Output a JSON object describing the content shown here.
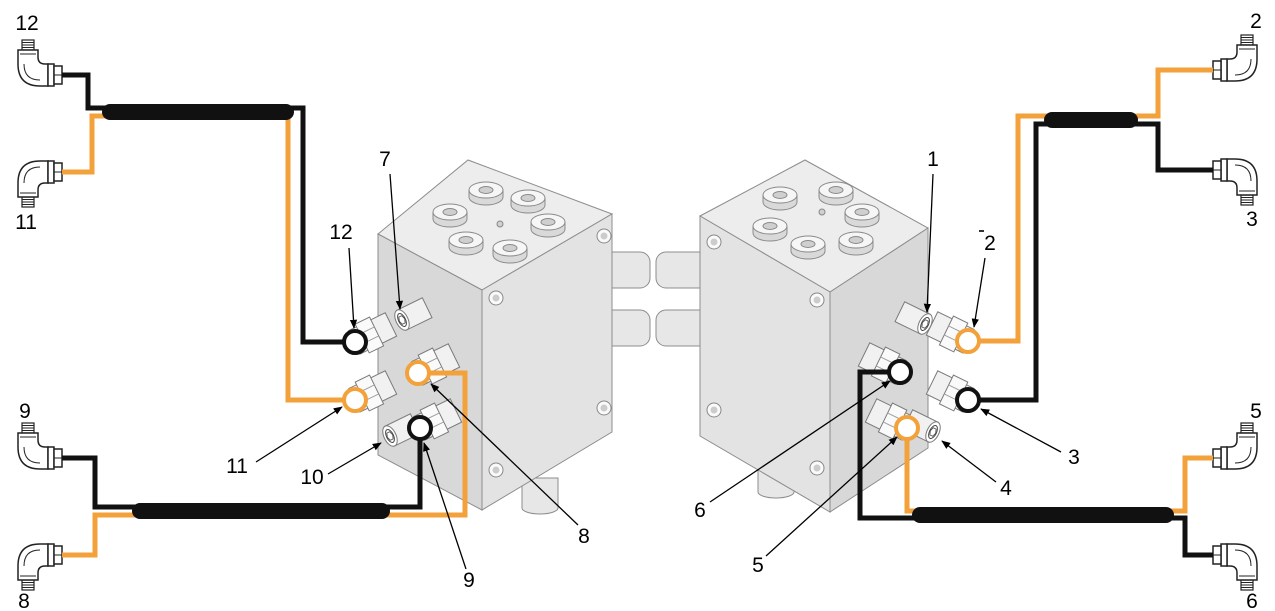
{
  "colors": {
    "orange_hose": "#F3A23B",
    "black_hose": "#111111"
  },
  "left_assembly": {
    "end_fittings": {
      "top": "12",
      "upper": "11",
      "lower": "9",
      "bottom": "8"
    },
    "callouts": {
      "c7": "7",
      "c12": "12",
      "c11": "11",
      "c10": "10",
      "c9": "9",
      "c8": "8"
    }
  },
  "right_assembly": {
    "end_fittings": {
      "top": "2",
      "upper": "3",
      "lower": "5",
      "bottom": "6"
    },
    "callouts": {
      "c1": "1",
      "c2": "2",
      "c3": "3",
      "c4": "4",
      "c5": "5",
      "c6": "6"
    }
  }
}
